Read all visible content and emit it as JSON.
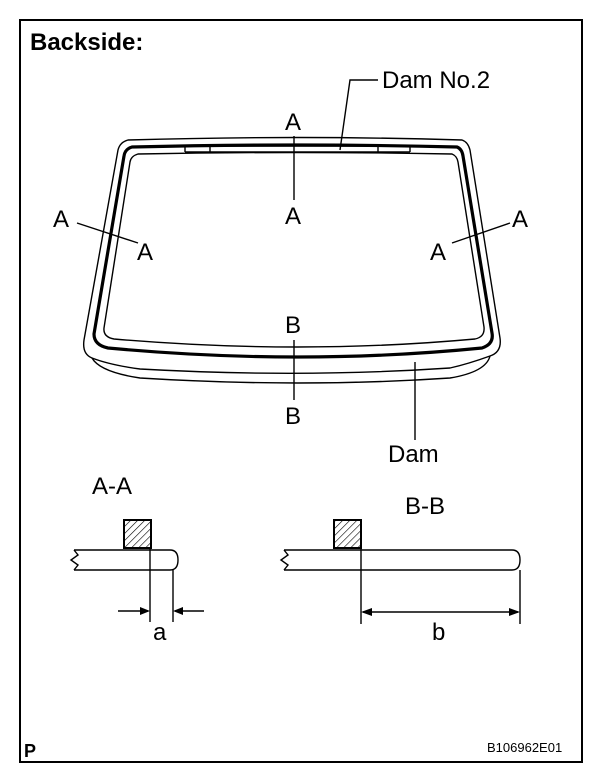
{
  "title": "Backside:",
  "corner_mark": "P",
  "figure_code": "B106962E01",
  "callouts": {
    "dam2": "Dam No.2",
    "dam": "Dam"
  },
  "section_marks": {
    "top_upper": "A",
    "top_lower": "A",
    "left_outer": "A",
    "left_inner": "A",
    "right_inner": "A",
    "right_outer": "A",
    "bottom_upper": "B",
    "bottom_lower": "B"
  },
  "sections": {
    "aa": {
      "title": "A-A",
      "dimension": "a"
    },
    "bb": {
      "title": "B-B",
      "dimension": "b"
    }
  }
}
